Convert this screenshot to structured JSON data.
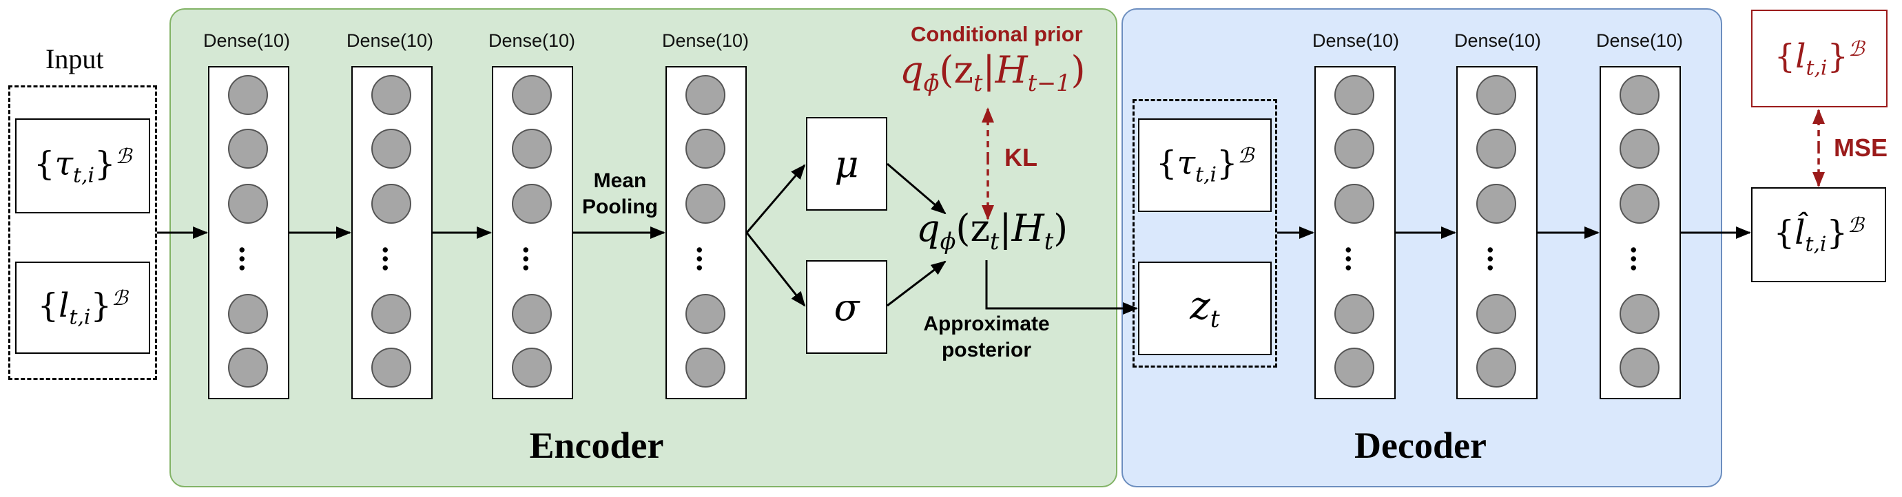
{
  "input": {
    "label": "Input",
    "tau_set": {
      "base": "τ",
      "sub": "t,i",
      "sup": "ℬ",
      "idx": "i"
    },
    "l_set": {
      "base": "l",
      "sub": "t,i",
      "sup": "ℬ",
      "idx": "i"
    }
  },
  "encoder": {
    "title": "Encoder",
    "layers": [
      {
        "label": "Dense(10)"
      },
      {
        "label": "Dense(10)"
      },
      {
        "label": "Dense(10)"
      },
      {
        "label": "Dense(10)"
      }
    ],
    "pooling_label_line1": "Mean",
    "pooling_label_line2": "Pooling",
    "mu": "μ",
    "sigma": "σ",
    "posterior": {
      "q": "q",
      "sub": "ϕ",
      "body": "(z",
      "zsub": "t",
      "mid": "|H",
      "hsub": "t",
      "end": ")"
    },
    "posterior_caption_line1": "Approximate",
    "posterior_caption_line2": "posterior",
    "prior_caption": "Conditional prior",
    "prior": {
      "q": "q",
      "sub": "ϕ̄",
      "body": "(z",
      "zsub": "t",
      "mid": "|H",
      "hsub": "t−1",
      "end": ")"
    },
    "kl_label": "KL"
  },
  "decoder": {
    "title": "Decoder",
    "tau_set": {
      "base": "τ",
      "sub": "t,i",
      "sup": "ℬ",
      "idx": "i"
    },
    "z": {
      "base": "z",
      "sub": "t"
    },
    "layers": [
      {
        "label": "Dense(10)"
      },
      {
        "label": "Dense(10)"
      },
      {
        "label": "Dense(10)"
      }
    ]
  },
  "output": {
    "target": {
      "base": "l",
      "sub": "t,i",
      "sup": "ℬ",
      "idx": "i"
    },
    "prediction": {
      "base": "l̂",
      "sub": "t,i",
      "sup": "ℬ",
      "idx": "i"
    },
    "mse_label": "MSE"
  },
  "colors": {
    "encoder_fill": "#d5e8d4",
    "encoder_border": "#82b366",
    "decoder_fill": "#dae8fc",
    "decoder_border": "#6c8ebf",
    "accent_red": "#9b1b1b",
    "neuron_fill": "#a6a6a6"
  }
}
